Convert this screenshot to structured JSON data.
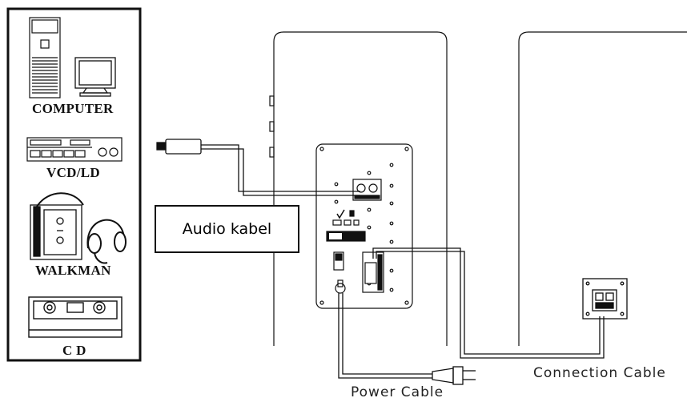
{
  "devices": {
    "computer": "COMPUTER",
    "vcd": "VCD/LD",
    "walkman": "WALKMAN",
    "cd": "C D"
  },
  "labels": {
    "audio_cable": "Audio kabel",
    "connection_cable": "Connection  Cable",
    "power_cable": "Power  Cable"
  }
}
